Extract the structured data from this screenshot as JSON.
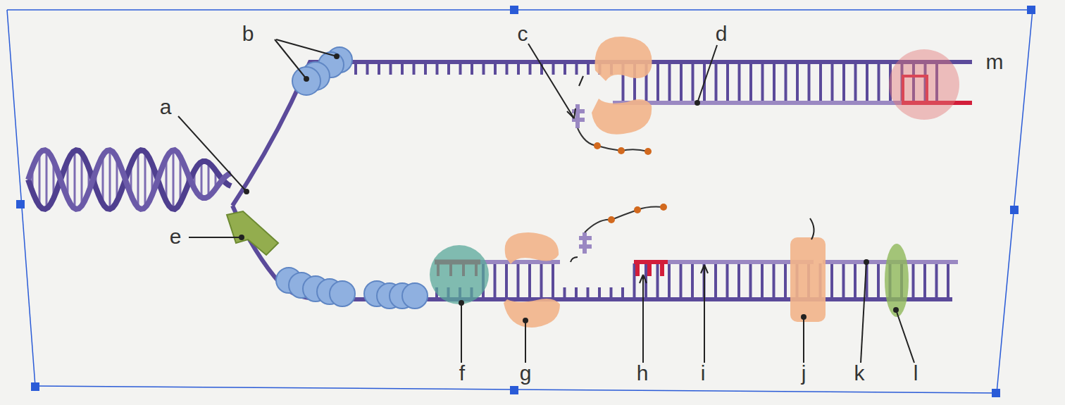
{
  "diagram": {
    "labels": [
      "a",
      "b",
      "c",
      "d",
      "e",
      "f",
      "g",
      "h",
      "i",
      "j",
      "k",
      "l",
      "m"
    ]
  }
}
